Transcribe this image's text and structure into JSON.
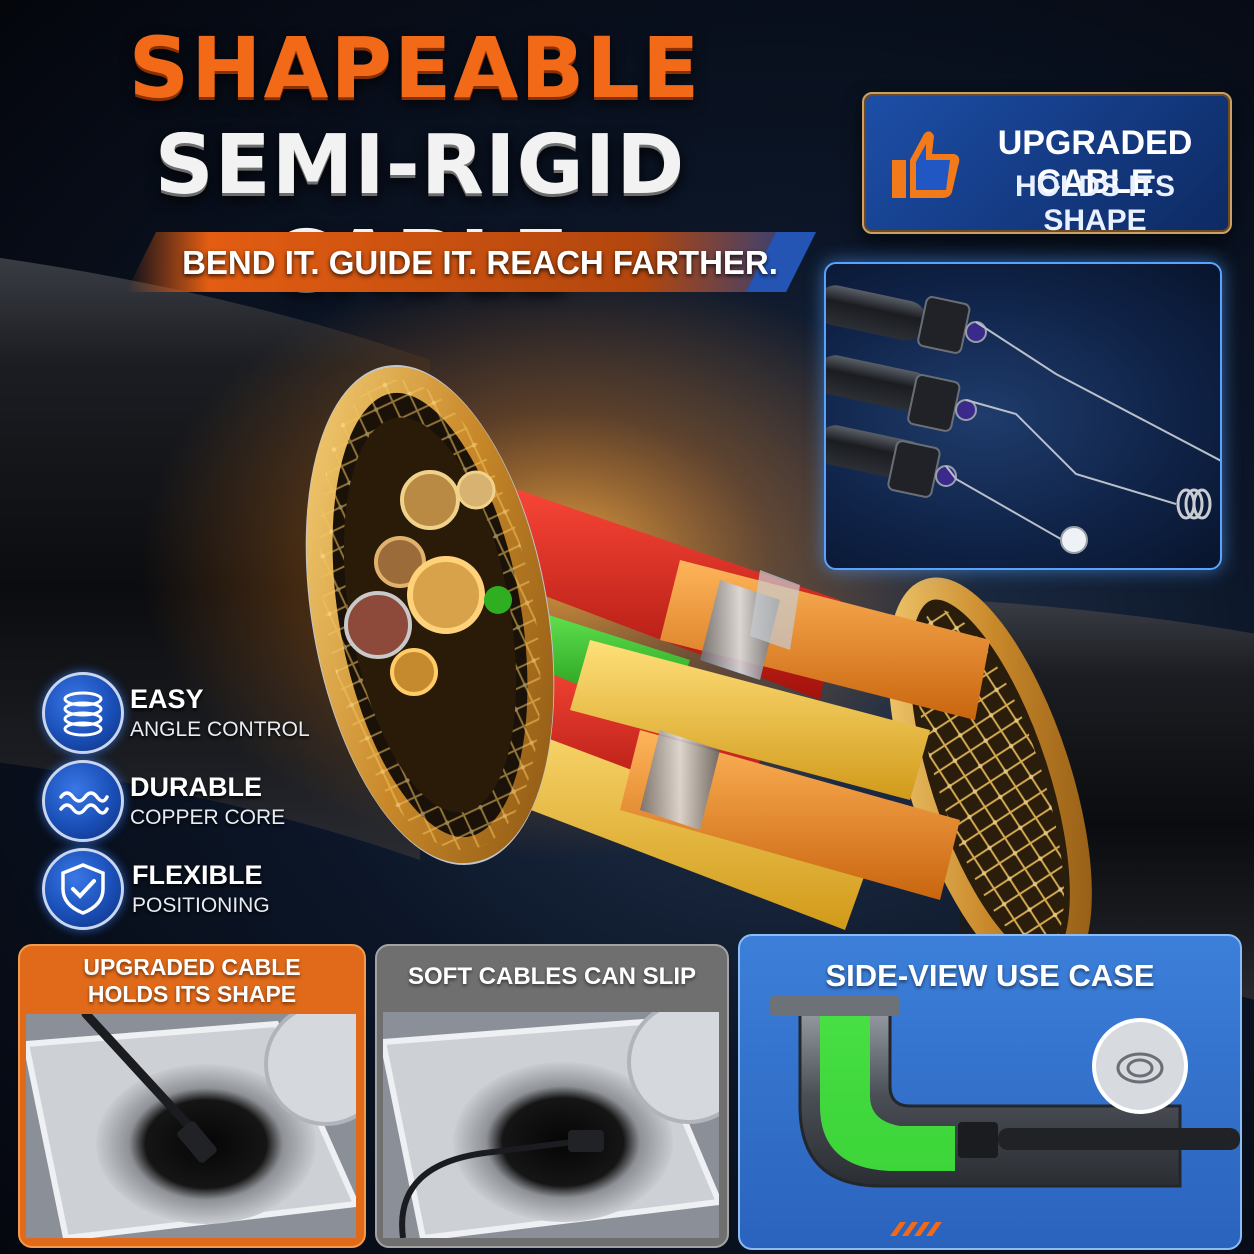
{
  "headline": {
    "line1": "SHAPEABLE",
    "line2": "SEMI-RIGID CABLE",
    "tagline": "BEND IT. GUIDE IT. REACH FARTHER."
  },
  "badge": {
    "icon": "thumbs-up-icon",
    "line1": "UPGRADED CABLE",
    "line2": "HOLDS ITS SHAPE"
  },
  "features": [
    {
      "icon": "coil-spring-icon",
      "title": "EASY",
      "subtitle": "ANGLE CONTROL"
    },
    {
      "icon": "wave-icon",
      "title": "DURABLE",
      "subtitle": "COPPER CORE"
    },
    {
      "icon": "shield-check-icon",
      "title": "FLEXIBLE",
      "subtitle": "POSITIONING"
    }
  ],
  "cards": [
    {
      "line1": "UPGRADED CABLE",
      "line2": "HOLDS ITS SHAPE"
    },
    {
      "line1": "SOFT CABLES CAN SLIP"
    },
    {
      "line1": "SIDE-VIEW USE CASE"
    }
  ],
  "colors": {
    "accent_orange": "#f26a18",
    "accent_blue": "#1f5fd0",
    "copper": "#d9a441",
    "cable_black": "#111317"
  }
}
